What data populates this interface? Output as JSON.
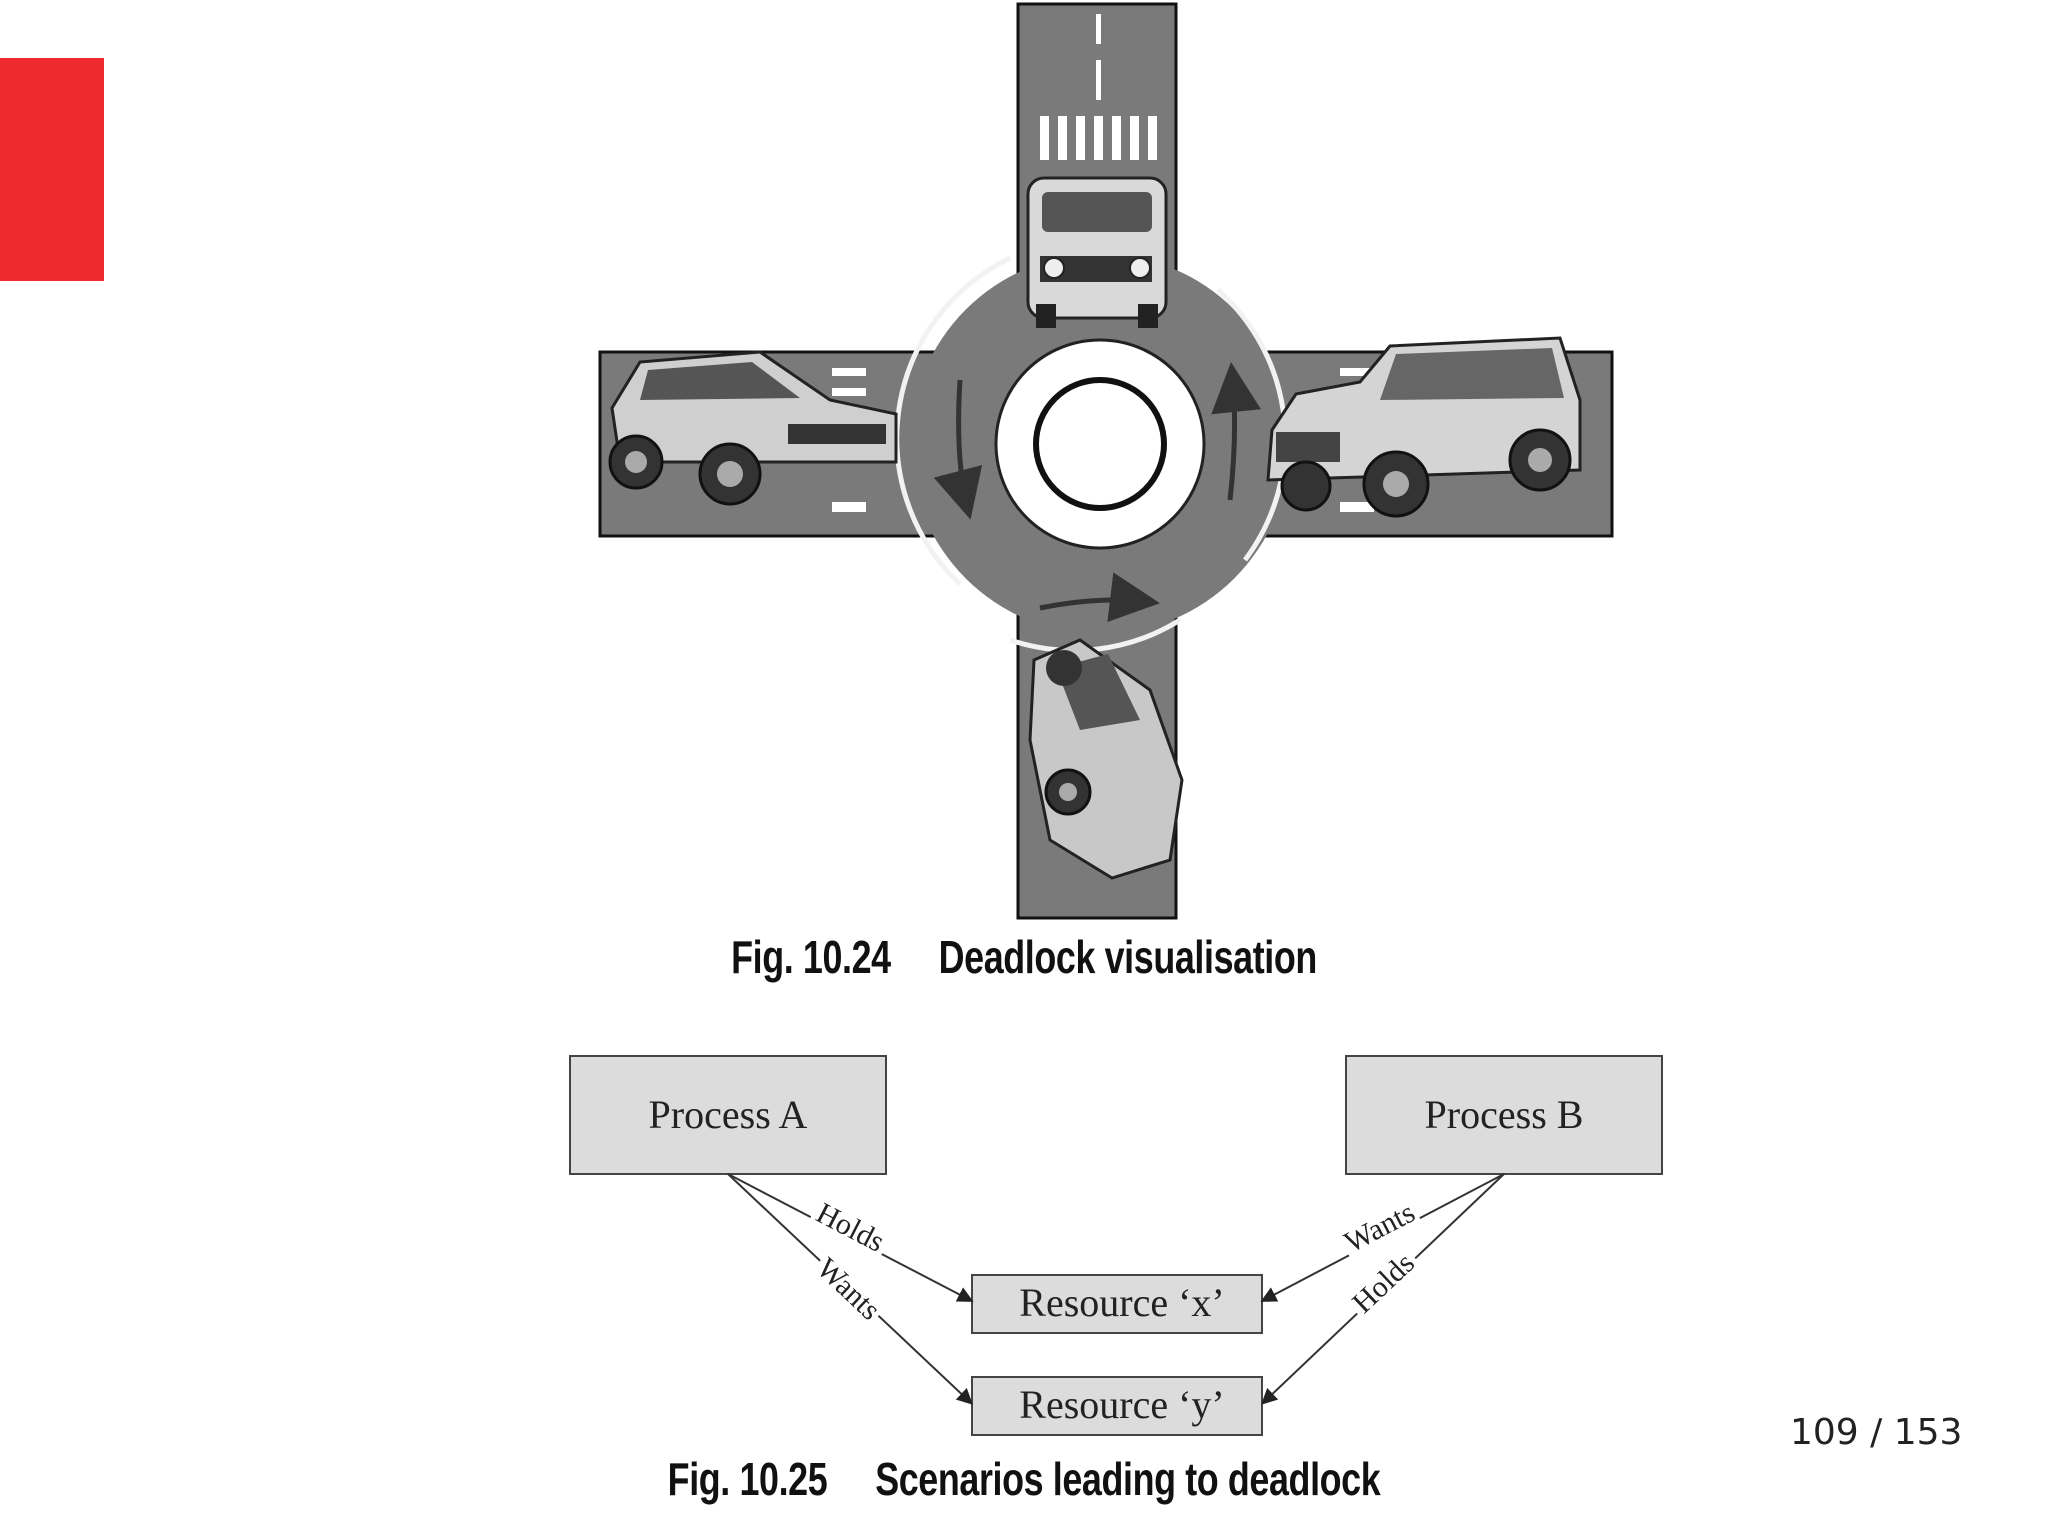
{
  "accent_color": "#ee2a2f",
  "figure1": {
    "caption": "Fig. 10.24     Deadlock visualisation"
  },
  "figure2": {
    "caption": "Fig. 10.25     Scenarios leading to deadlock",
    "process_a": "Process A",
    "process_b": "Process B",
    "resource_x": "Resource ‘x’",
    "resource_y": "Resource ‘y’",
    "a_holds": "Holds",
    "a_wants": "Wants",
    "b_wants": "Wants",
    "b_holds": "Holds"
  },
  "page_number": "109 / 153"
}
